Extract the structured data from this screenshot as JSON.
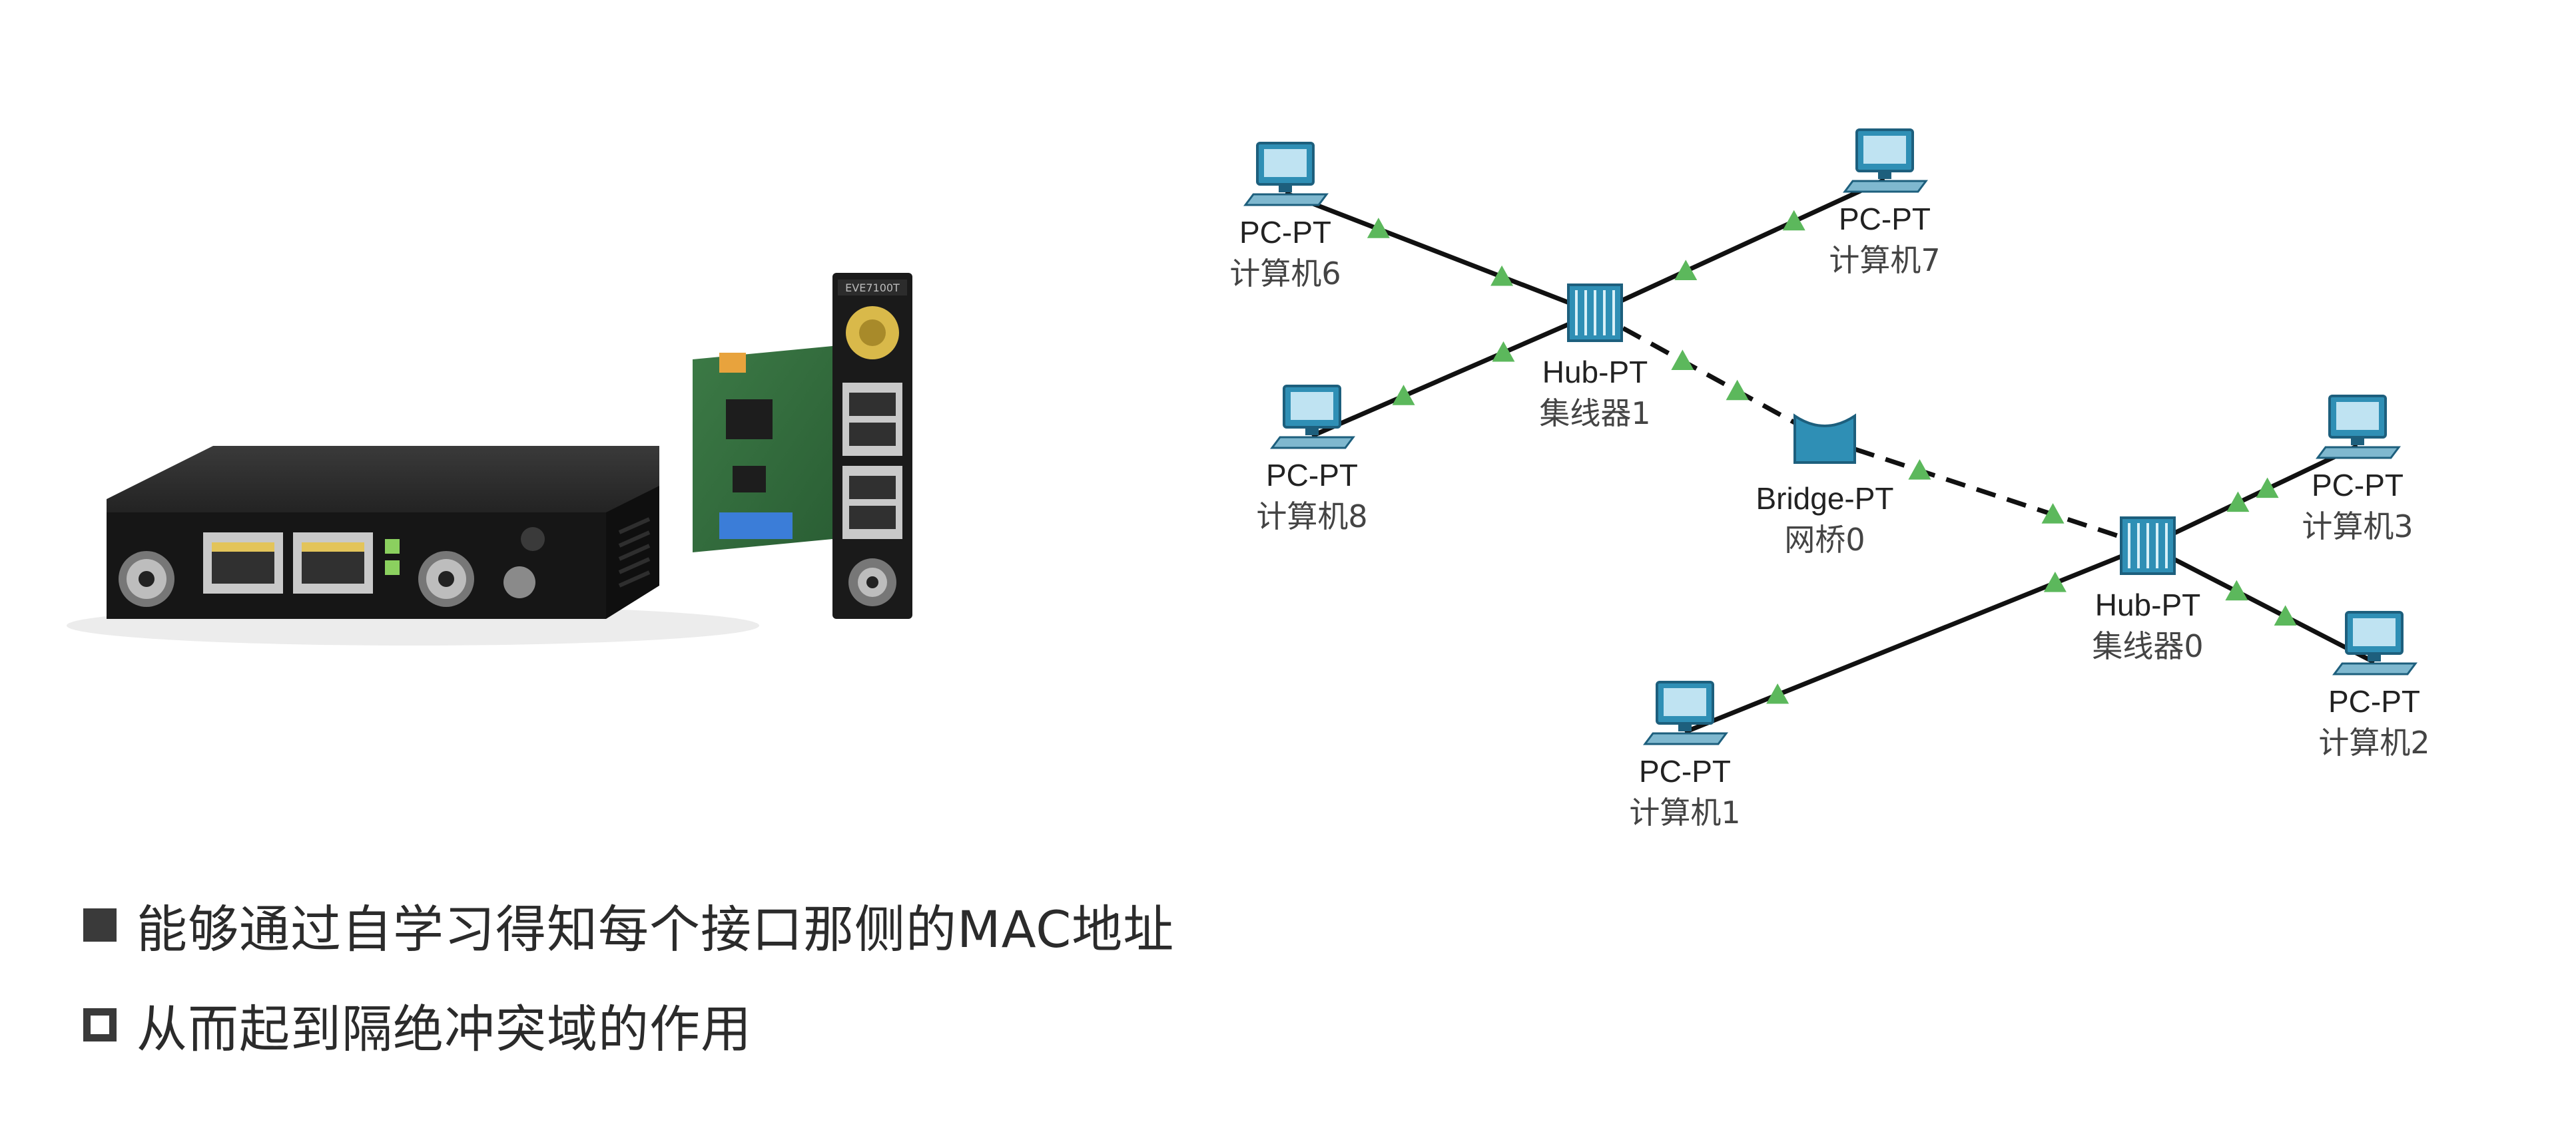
{
  "slide": {
    "bullets": [
      {
        "style": "filled",
        "text": "能够通过自学习得知每个接口那侧的MAC地址"
      },
      {
        "style": "hollow",
        "text": "从而起到隔绝冲突域的作用"
      }
    ]
  },
  "photos": {
    "left": {
      "name": "bridge-device-box",
      "ports": [
        "BNC",
        "RJ45",
        "RJ45",
        "BNC"
      ]
    },
    "right": {
      "name": "bridge-card-module",
      "face_label": "EVE7100T"
    }
  },
  "topology": {
    "colors": {
      "link": "#111111",
      "link_marker": "#5cb85c",
      "device": "#2f8fb5",
      "label": "#222222"
    },
    "nodes": [
      {
        "id": "pc6",
        "type": "pc",
        "model": "PC-PT",
        "name": "计算机6"
      },
      {
        "id": "pc7",
        "type": "pc",
        "model": "PC-PT",
        "name": "计算机7"
      },
      {
        "id": "pc8",
        "type": "pc",
        "model": "PC-PT",
        "name": "计算机8"
      },
      {
        "id": "hub1",
        "type": "hub",
        "model": "Hub-PT",
        "name": "集线器1"
      },
      {
        "id": "bridge0",
        "type": "bridge",
        "model": "Bridge-PT",
        "name": "网桥0"
      },
      {
        "id": "hub0",
        "type": "hub",
        "model": "Hub-PT",
        "name": "集线器0"
      },
      {
        "id": "pc3",
        "type": "pc",
        "model": "PC-PT",
        "name": "计算机3"
      },
      {
        "id": "pc2",
        "type": "pc",
        "model": "PC-PT",
        "name": "计算机2"
      },
      {
        "id": "pc1",
        "type": "pc",
        "model": "PC-PT",
        "name": "计算机1"
      }
    ],
    "links": [
      {
        "from": "pc6",
        "to": "hub1",
        "style": "solid"
      },
      {
        "from": "pc7",
        "to": "hub1",
        "style": "solid"
      },
      {
        "from": "pc8",
        "to": "hub1",
        "style": "solid"
      },
      {
        "from": "hub1",
        "to": "bridge0",
        "style": "dashed"
      },
      {
        "from": "bridge0",
        "to": "hub0",
        "style": "dashed"
      },
      {
        "from": "pc3",
        "to": "hub0",
        "style": "solid"
      },
      {
        "from": "pc2",
        "to": "hub0",
        "style": "solid"
      },
      {
        "from": "pc1",
        "to": "hub0",
        "style": "solid"
      }
    ]
  }
}
